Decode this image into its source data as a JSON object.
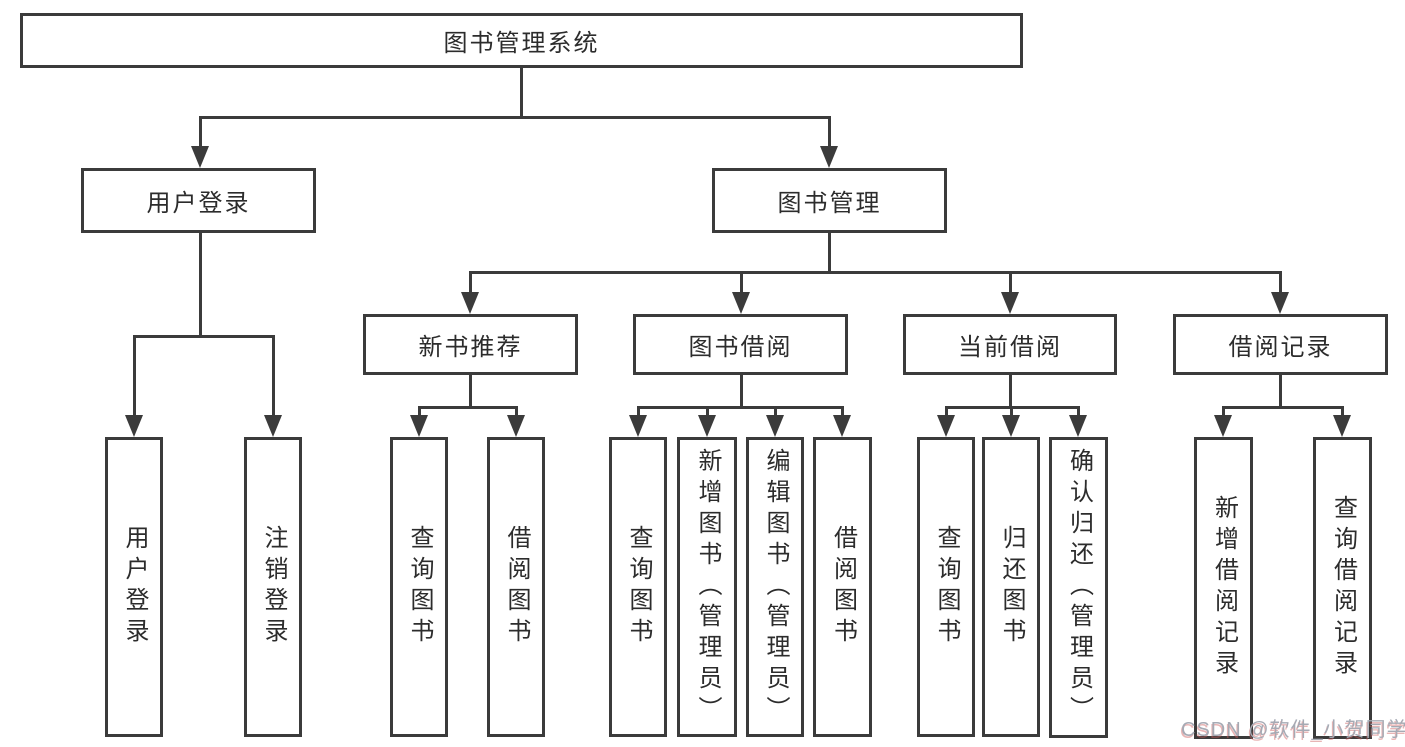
{
  "diagram": {
    "type": "hierarchy-diagram",
    "title": "图书管理系统",
    "colors": {
      "background": "#ffffff",
      "line": "#3b3b3b",
      "box_border": "#3b3b3b",
      "box_fill": "#ffffff",
      "text": "#2c2c2c",
      "watermark": "#a6aab4"
    },
    "nodes": {
      "root": "图书管理系统",
      "user_login": "用户登录",
      "book_mgmt": "图书管理",
      "new_book_rec": "新书推荐",
      "book_borrow": "图书借阅",
      "current_borrow": "当前借阅",
      "borrow_record": "借阅记录",
      "login_leaf": "用户登录",
      "logout_leaf": "注销登录",
      "nbr_query": "查询图书",
      "nbr_borrow": "借阅图书",
      "bb_query": "查询图书",
      "bb_add": "新增图书（管理员）",
      "bb_edit": "编辑图书（管理员）",
      "bb_borrow": "借阅图书",
      "cb_query": "查询图书",
      "cb_return": "归还图书",
      "cb_confirm": "确认归还（管理员）",
      "br_add": "新增借阅记录",
      "br_query": "查询借阅记录"
    },
    "hierarchy": {
      "图书管理系统": {
        "用户登录": [
          "用户登录",
          "注销登录"
        ],
        "图书管理": {
          "新书推荐": [
            "查询图书",
            "借阅图书"
          ],
          "图书借阅": [
            "查询图书",
            "新增图书（管理员）",
            "编辑图书（管理员）",
            "借阅图书"
          ],
          "当前借阅": [
            "查询图书",
            "归还图书",
            "确认归还（管理员）"
          ],
          "借阅记录": [
            "新增借阅记录",
            "查询借阅记录"
          ]
        }
      }
    },
    "watermark": "CSDN @软件_小贺同学"
  }
}
